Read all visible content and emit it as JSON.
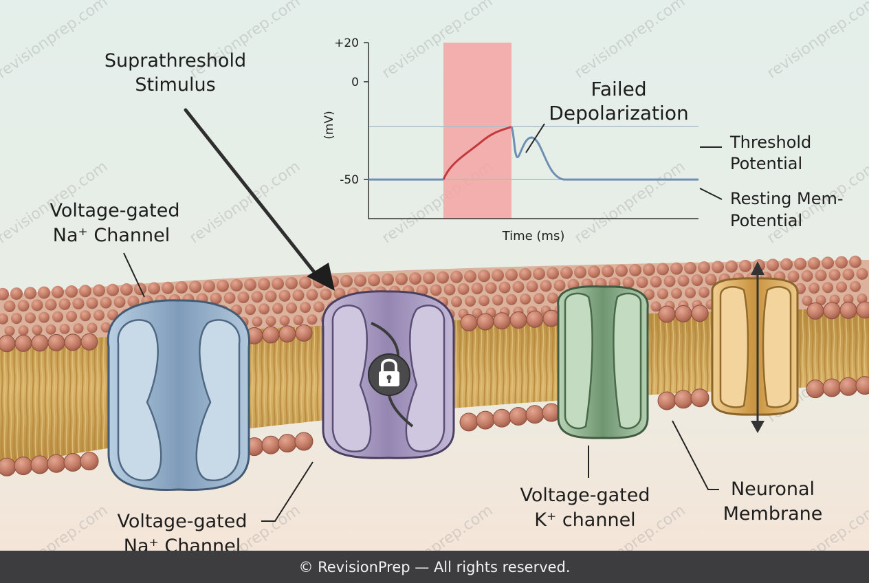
{
  "labels": {
    "stimulus_line1": "Suprathreshold",
    "stimulus_line2": "Stimulus",
    "failed_line1": "Failed",
    "failed_line2": "Depolarization",
    "threshold_line1": "Threshold",
    "threshold_line2": "Potential",
    "resting_line1": "Resting Mem-",
    "resting_line2": "Potential",
    "na_top_line1": "Voltage-gated",
    "na_top_line2": "Na⁺ Channel",
    "na_bottom_line1": "Voltage-gated",
    "na_bottom_line2": "Na⁺ Channel",
    "k_line1": "Voltage-gated",
    "k_line2": "K⁺  channel",
    "membrane_line1": "Neuronal",
    "membrane_line2": "Membrane"
  },
  "chart_data": {
    "type": "line",
    "title": "",
    "xlabel": "Time (ms)",
    "ylabel": "(mV)",
    "y_ticks": [
      "+20",
      "0",
      "-50"
    ],
    "y_tick_values": [
      20,
      0,
      -50
    ],
    "ylim": [
      -70,
      20
    ],
    "reference_lines": [
      {
        "label": "Threshold Potential",
        "value": -23
      },
      {
        "label": "Resting Mem-Potential",
        "value": -50
      }
    ],
    "highlight_band": {
      "color": "#f4a3a3"
    },
    "colors": {
      "rising_phase": "#c3393b",
      "trace": "#6e8fb2",
      "reference": "#a9bcd0"
    }
  },
  "colors": {
    "background_top": "#e4efeb",
    "background_bottom": "#f5e3d4",
    "na_channel": "#9fbad2",
    "inactivated_channel": "#b3a8c9",
    "k_channel": "#a4c3a4",
    "pump_channel": "#e8bb72",
    "lipid_head": "#c77f69",
    "footer_bg": "#3d3d3f"
  },
  "icons": [
    "lock-icon",
    "arrow-icon",
    "double-arrow-icon"
  ],
  "watermark": "revisionprep.com",
  "footer": {
    "text": "© RevisionPrep — All rights reserved."
  }
}
